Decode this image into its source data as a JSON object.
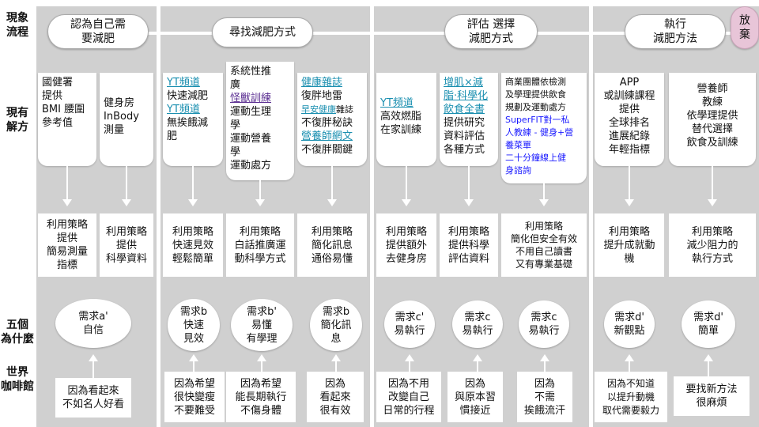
{
  "row_labels": {
    "phenomenon": "現象\n流程",
    "solutions": "現有\n解方",
    "why": "五個\n為什麼",
    "world": "世界\n咖啡館"
  },
  "stages": {
    "s1": "認為自己需\n要減肥",
    "s2": "尋找減肥方式",
    "s3": "評估 選擇\n減肥方式",
    "s4": "執行\n減肥方法",
    "s5": "放\n棄"
  },
  "solutions": {
    "c1a": [
      "國健署",
      "提供",
      "BMI 腰圍",
      "參考值"
    ],
    "c1b": [
      "健身房",
      "InBody",
      "測量"
    ],
    "c2a": [
      {
        "t": "YT頻道",
        "link": true
      },
      {
        "t": "快速減肥"
      },
      {
        "t": "YT頻道",
        "link": true
      },
      {
        "t": "無挨餓減"
      },
      {
        "t": "肥"
      }
    ],
    "c2b": [
      {
        "t": "系統性推"
      },
      {
        "t": "廣"
      },
      {
        "t": "怪獸訓練",
        "link": true
      },
      {
        "t": "運動生理"
      },
      {
        "t": "學"
      },
      {
        "t": "運動營養"
      },
      {
        "t": "學"
      },
      {
        "t": "運動處方"
      }
    ],
    "c2c": [
      {
        "t": "健康雜誌",
        "link": true
      },
      {
        "t": "復胖地雷"
      },
      {
        "t": "早安健康",
        "link": true,
        "suffix": "雜誌",
        "small": true
      },
      {
        "t": "不復胖秘訣"
      },
      {
        "t": "營養師網文",
        "link": true
      },
      {
        "t": "不復胖關鍵"
      }
    ],
    "c3a": [
      {
        "t": "YT頻道",
        "link": true
      },
      {
        "t": "高效燃脂"
      },
      {
        "t": "在家訓練"
      }
    ],
    "c3b": [
      {
        "t": "增肌×減",
        "link": true
      },
      {
        "t": "脂‧科學化",
        "link": true
      },
      {
        "t": "飲食全書",
        "link": true
      },
      {
        "t": "提供研究"
      },
      {
        "t": "資料評估"
      },
      {
        "t": "各種方式"
      }
    ],
    "c3c": [
      {
        "t": "商業團體依檢測"
      },
      {
        "t": "及學理提供飲食"
      },
      {
        "t": "規劃及運動處方"
      },
      {
        "t": "SuperFIT對一私",
        "blue": true
      },
      {
        "t": "人教練 - 健身+營",
        "blue": true
      },
      {
        "t": "養菜單",
        "blue": true
      },
      {
        "t": "二十分鐘線上健",
        "blue": true
      },
      {
        "t": "身諮詢",
        "blue": true
      }
    ],
    "c4a": [
      "APP",
      "或訓練課程",
      "提供",
      "全球排名",
      "進展紀錄",
      "年輕指標"
    ],
    "c4b": [
      "營養師",
      "教練",
      "依學理提供",
      "替代選擇",
      "飲食及訓練"
    ]
  },
  "strategies": {
    "c1a": "利用策略\n提供\n簡易測量\n指標",
    "c1b": "利用策略\n提供\n科學資料",
    "c2a": "利用策略\n快速見效\n輕鬆簡單",
    "c2b": "利用策略\n白話推廣運\n動科學方式",
    "c2c": "利用策略\n簡化訊息\n通俗易懂",
    "c3a": "利用策略\n提供額外\n去健身房",
    "c3b": "利用策略\n提供科學\n評估資料",
    "c3c": "利用策略\n簡化但安全有效\n不用自己讀書\n又有專業基礎",
    "c4a": "利用策略\n提升成就動\n機",
    "c4b": "利用策略\n減少阻力的\n執行方式"
  },
  "needs": {
    "n1": "需求a'\n自信",
    "n2": "需求b\n快速\n見效",
    "n3": "需求b'\n易懂\n有學理",
    "n4": "需求b\n簡化訊\n息",
    "n5": "需求c'\n易執行",
    "n6": "需求c\n易執行",
    "n7": "需求c\n易執行",
    "n8": "需求d'\n新觀點",
    "n9": "需求d'\n簡單"
  },
  "reasons": {
    "r1": "因為看起來\n不如名人好看",
    "r2": "因為希望\n很快變瘦\n不要難受",
    "r3": "因為希望\n能長期執行\n不傷身體",
    "r4": "因為\n看起來\n很有效",
    "r5": "因為不用\n改變自己\n日常的行程",
    "r6": "因為\n與原本習\n慣接近",
    "r7": "因為\n不需\n挨餓流汗",
    "r8": "因為不知道\n以提升動機\n取代需要毅力",
    "r9": "要找新方法\n很麻煩"
  },
  "colors": {
    "column_bg": "#d0d0d0",
    "link_teal": "#1a8fb0",
    "link_purple": "#5a2d91",
    "blue_text": "#1a1aff",
    "giveup_bg": "#e8c5d8"
  }
}
